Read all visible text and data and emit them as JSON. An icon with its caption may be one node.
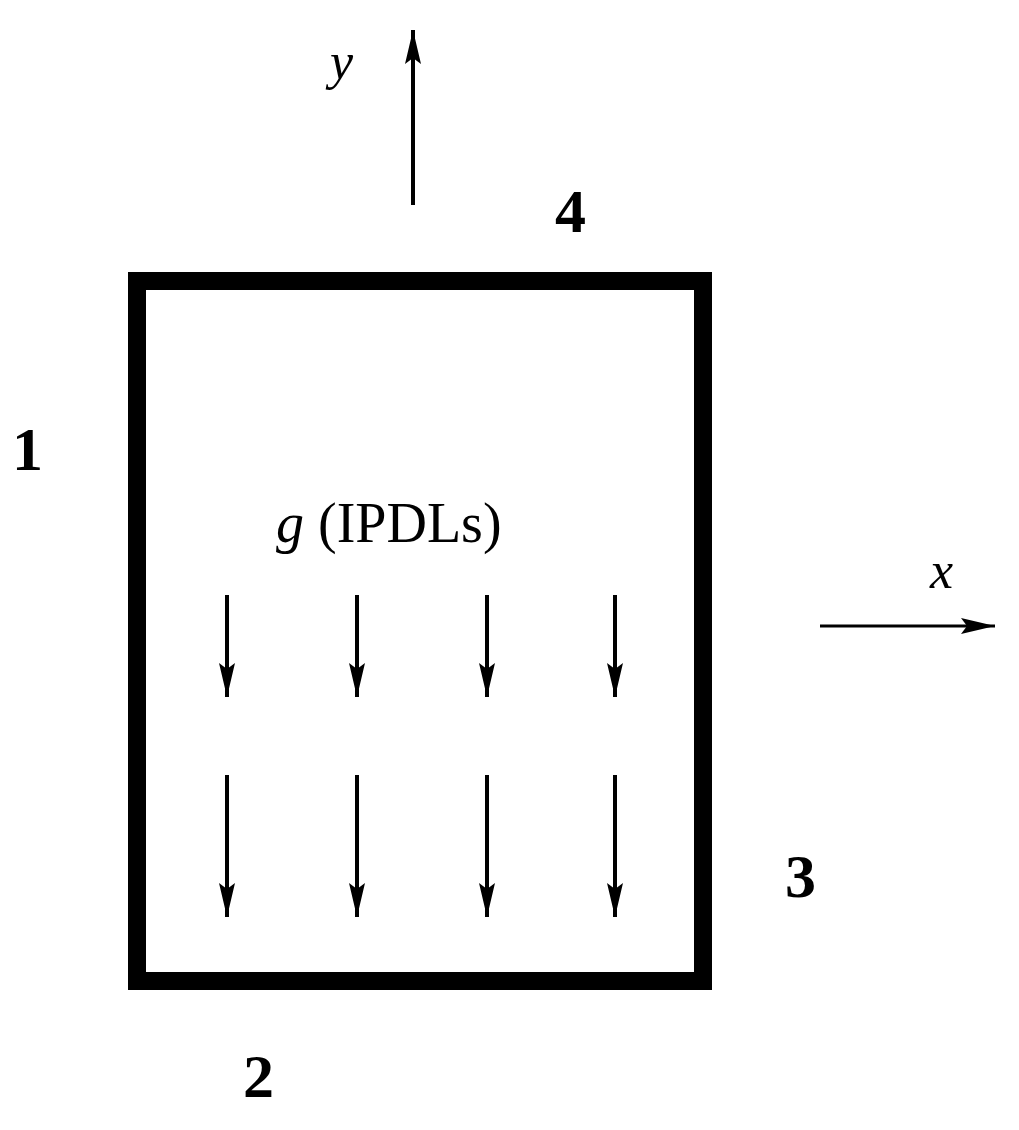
{
  "diagram": {
    "nodes": [
      {
        "text": [
          "*g* (IPDLs)"
        ]
      }
    ],
    "labels": [
      "y",
      "4",
      "1",
      "x",
      "3",
      "2"
    ]
  }
}
